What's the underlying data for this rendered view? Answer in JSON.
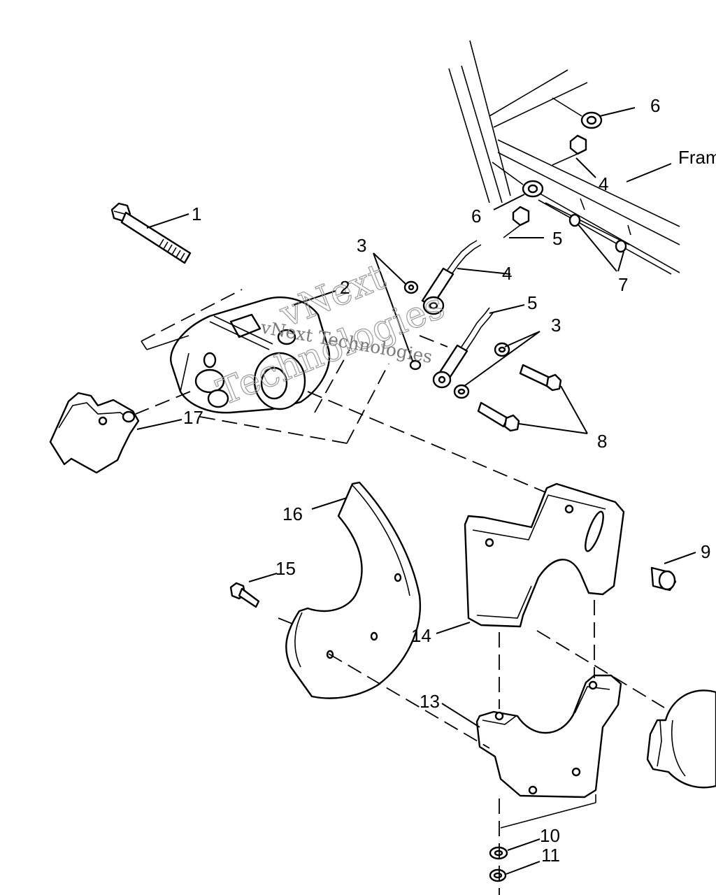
{
  "watermark": {
    "line1": "vNext",
    "line2": "Technologies",
    "inline": "vNext Technologies"
  },
  "labels": {
    "frame": "Fram",
    "l1": "1",
    "l2": "2",
    "l3a": "3",
    "l3b": "3",
    "l4a": "4",
    "l4b": "4",
    "l5a": "5",
    "l5b": "5",
    "l6a": "6",
    "l6b": "6",
    "l7": "7",
    "l8": "8",
    "l9": "9",
    "l10": "10",
    "l11": "11",
    "l13": "13",
    "l14": "14",
    "l15": "15",
    "l16": "16",
    "l17": "17"
  }
}
